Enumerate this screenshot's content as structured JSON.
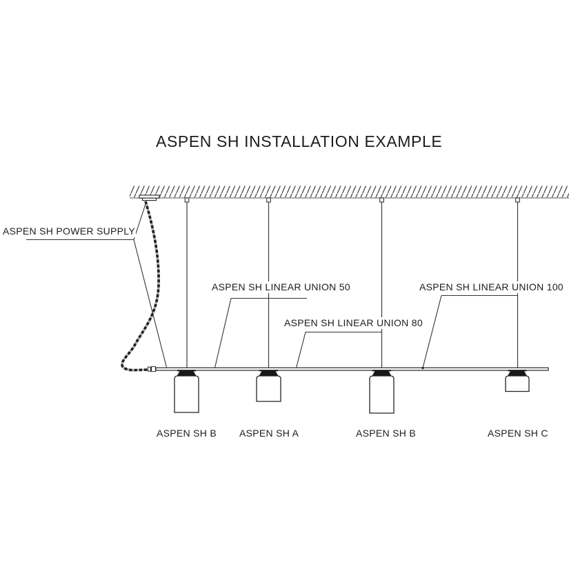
{
  "title": "ASPEN SH INSTALLATION EXAMPLE",
  "callouts": {
    "power_supply": {
      "label": "ASPEN SH POWER SUPPLY"
    },
    "linear_union_50": {
      "label": "ASPEN SH LINEAR UNION 50"
    },
    "linear_union_80": {
      "label": "ASPEN SH LINEAR UNION 80"
    },
    "linear_union_100": {
      "label": "ASPEN SH LINEAR UNION 100"
    }
  },
  "fixtures": [
    {
      "label": "ASPEN SH B"
    },
    {
      "label": "ASPEN SH A"
    },
    {
      "label": "ASPEN SH B"
    },
    {
      "label": "ASPEN SH C"
    }
  ],
  "colors": {
    "line": "#2f2f2f",
    "dark_fill": "#1a1a1a",
    "ceiling_line": "#9b9b9b",
    "text": "#1c1c1c",
    "background": "#ffffff"
  }
}
